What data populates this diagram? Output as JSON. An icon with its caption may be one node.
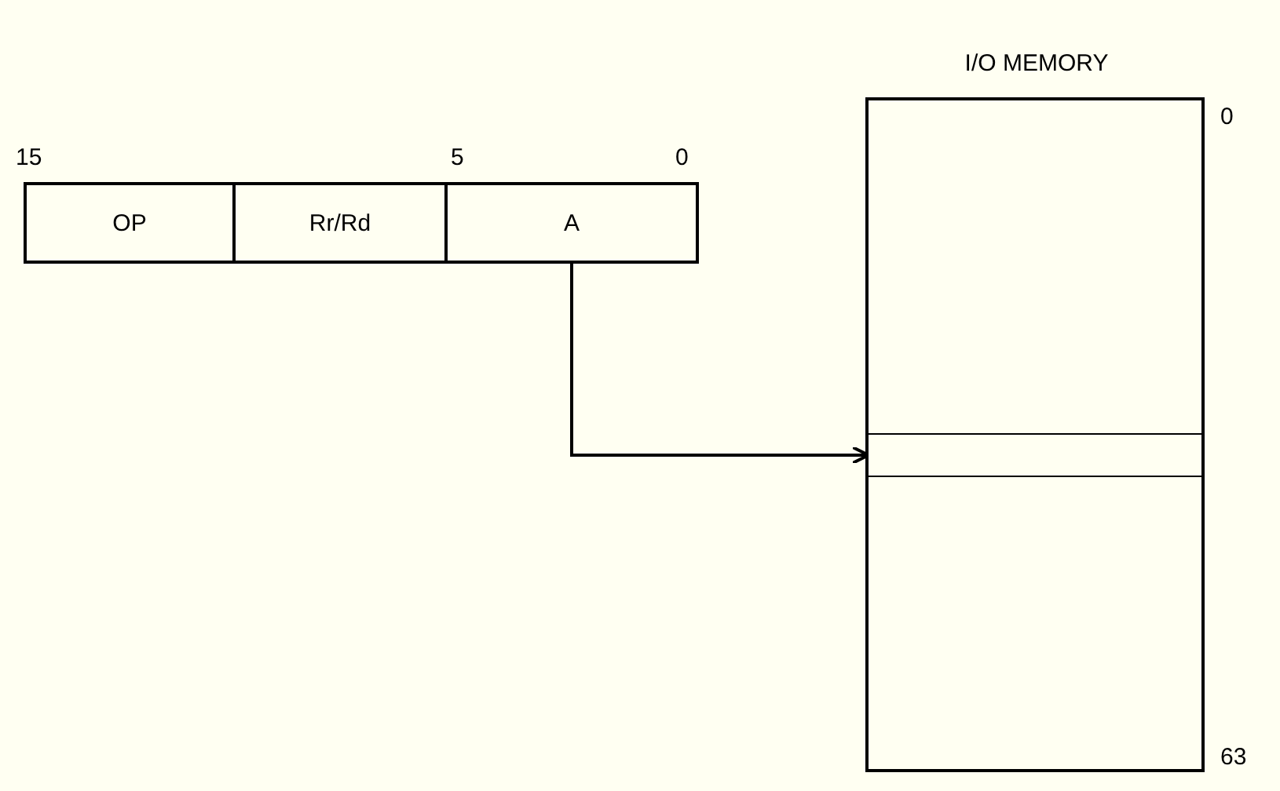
{
  "diagram": {
    "nodes": [
      {
        "text": [],
        "shape": "box"
      },
      {
        "text": [
          "OP"
        ],
        "in": 0
      },
      {
        "text": [
          "Rr/Rd"
        ],
        "in": 0
      },
      {
        "text": [
          "A"
        ],
        "in": 0
      },
      {
        "text": [
          "I/O MEMORY"
        ]
      },
      {
        "text": [],
        "shape": "bar",
        "in": 4
      }
    ],
    "edges": [
      {
        "from": 3,
        "to": 5,
        "arrow": "to"
      }
    ],
    "labels": [
      "15",
      "5",
      "0",
      "0",
      "63"
    ]
  }
}
